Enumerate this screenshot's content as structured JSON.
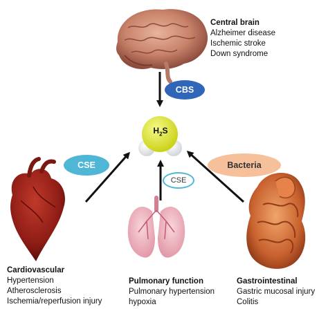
{
  "center": {
    "label_main": "H",
    "label_sub": "2",
    "label_tail": "S"
  },
  "enzymes": {
    "cbs": "CBS",
    "cse_left": "CSE",
    "cse_lung": "CSE",
    "bacteria": "Bacteria"
  },
  "organs": {
    "brain": {
      "title": "Central brain",
      "items": [
        "Alzheimer disease",
        "Ischemic stroke",
        "Down syndrome"
      ]
    },
    "cardio": {
      "title": "Cardiovascular",
      "items": [
        "Hypertension",
        "Atherosclerosis",
        "Ischemia/reperfusion injury"
      ]
    },
    "pulmonary": {
      "title": "Pulmonary function",
      "items": [
        "Pulmonary hypertension",
        "hypoxia"
      ]
    },
    "gastro": {
      "title": "Gastrointestinal",
      "items": [
        "Gastric mucosal injury",
        "Colitis"
      ]
    }
  },
  "colors": {
    "cbs_fill": "#2f66b8",
    "cse_fill": "#4fb6d6",
    "cse_lung_border": "#4fb6d6",
    "bacteria_fill": "#f6c09a",
    "h2s_yellow": "#e3ea2a",
    "arrow": "#111111"
  },
  "icons": [
    "brain-image",
    "heart-image",
    "lungs-image",
    "intestine-image",
    "h2s-molecule-icon"
  ]
}
